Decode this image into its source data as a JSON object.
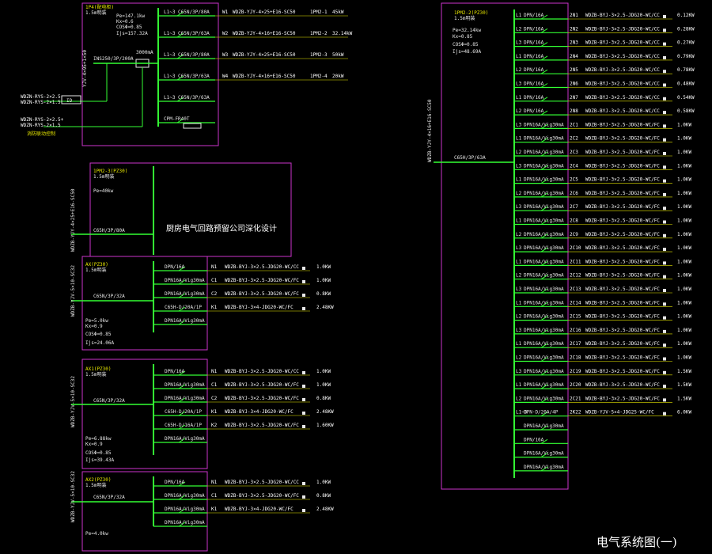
{
  "drawing_title": "电气系统图(一)",
  "note": "厨房电气回路预留公司深化设计",
  "colors": {
    "bus": "#33ff33",
    "box": "#cc33cc",
    "label": "#e8e8e8",
    "feeder": "#e6e600",
    "background": "#000000"
  },
  "panel_top": {
    "name": "1P4(配电柜)",
    "sub": "1.5m明装",
    "params": [
      "Pe=147.1kw",
      "Kx=0.6",
      "COSΦ=0.85",
      "Ijs=157.32A"
    ],
    "main_breaker": "INS250/3P/200A",
    "meter": "3000mA",
    "incoming_cable": "YJV-4×95+1×50",
    "left_cables": [
      "WDZN-RYS-2×2.5",
      "WDZN-RYS-2×1.5",
      "WDZN-RYS-2×2.5+",
      "WDZN-RYS-2×1.5"
    ],
    "left_note": "消防联动控制",
    "fire_box": "ID",
    "circuits": [
      {
        "breaker": "L1~3  C65N/3P/80A",
        "wid": "W1",
        "cable": "WDZB-YJY-4×25+E16-SC50",
        "load": "1PM2-1",
        "kw": "45kW"
      },
      {
        "breaker": "L1~3  C65N/3P/63A",
        "wid": "W2",
        "cable": "WDZB-YJY-4×16+E16-SC50",
        "load": "1PM2-2",
        "kw": "32.14kW"
      },
      {
        "breaker": "L1~3  C65N/3P/80A",
        "wid": "W3",
        "cable": "WDZB-YJY-4×25+E16-SC50",
        "load": "1PM2-3",
        "kw": "50kW"
      },
      {
        "breaker": "L1~3  C65N/3P/63A",
        "wid": "W4",
        "cable": "WDZB-YJY-4×16+E16-SC50",
        "load": "1PM2-4",
        "kw": "20kW"
      },
      {
        "breaker": "L1~3  C65N/3P/63A",
        "wid": "",
        "cable": "",
        "load": "",
        "kw": ""
      },
      {
        "breaker": "CPM-FR40T",
        "wid": "",
        "cable": "",
        "load": "",
        "kw": ""
      }
    ]
  },
  "panel_kitchen": {
    "name": "1PM2-3(PZ30)",
    "sub": "1.5m明装",
    "params": [
      "Pe=40kw"
    ],
    "breaker": "C65H/3P/80A",
    "cable": "WDZB-YJY-4×25+E16-SC50"
  },
  "panel_a": {
    "name": "AX(PZ30)",
    "sub": "1.5m明装",
    "breaker": "C65N/3P/32A",
    "params": [
      "Pe=5.0kw",
      "Kx=0.9",
      "COSΦ=0.85",
      "Ijs=24.06A"
    ],
    "cable": "WDZB-YJV-5×10-SC32",
    "circuits": [
      {
        "breaker": "DPN/16A",
        "wid": "N1",
        "cable": "WDZB-BYJ-3×2.5-JDG20-WC/CC",
        "kw": "1.0KW"
      },
      {
        "breaker": "DPN16A/Vig30mA",
        "wid": "C1",
        "cable": "WDZB-BYJ-3×2.5-JDG20-WC/FC",
        "kw": "1.0KW"
      },
      {
        "breaker": "DPN16A/Vig30mA",
        "wid": "C2",
        "cable": "WDZB-BYJ-3×2.5-JDG20-WC/FC",
        "kw": "0.8KW"
      },
      {
        "breaker": "C65H-D/20A/1P",
        "wid": "K1",
        "cable": "WDZB-BYJ-3×4-JDG20-WC/FC",
        "kw": "2.48KW"
      },
      {
        "breaker": "DPN16A/Vig30mA",
        "wid": "",
        "cable": "",
        "kw": ""
      }
    ]
  },
  "panel_b": {
    "name": "AX1(PZ30)",
    "sub": "1.5m明装",
    "breaker": "C65N/3P/32A",
    "params": [
      "Pe=6.88kw",
      "Kx=0.9",
      "COSΦ=0.85",
      "Ijs=39.43A"
    ],
    "cable": "WDZB-YJV-5×10-SC32",
    "circuits": [
      {
        "breaker": "DPN/16A",
        "wid": "N1",
        "cable": "WDZB-BYJ-3×2.5-JDG20-WC/CC",
        "kw": "1.0KW"
      },
      {
        "breaker": "DPN16A/Vig30mA",
        "wid": "C1",
        "cable": "WDZB-BYJ-3×2.5-JDG20-WC/FC",
        "kw": "1.0KW"
      },
      {
        "breaker": "DPN16A/Vig30mA",
        "wid": "C2",
        "cable": "WDZB-BYJ-3×2.5-JDG20-WC/FC",
        "kw": "0.8KW"
      },
      {
        "breaker": "C65H-D/20A/1P",
        "wid": "K1",
        "cable": "WDZB-BYJ-3×4-JDG20-WC/FC",
        "kw": "2.48KW"
      },
      {
        "breaker": "C65H-D/16A/1P",
        "wid": "K2",
        "cable": "WDZB-BYJ-3×2.5-JDG20-WC/FC",
        "kw": "1.60KW"
      },
      {
        "breaker": "DPN16A/Vig30mA",
        "wid": "",
        "cable": "",
        "kw": ""
      }
    ]
  },
  "panel_c": {
    "name": "AX2(PZ30)",
    "sub": "1.5m明装",
    "breaker": "C65N/3P/32A",
    "params": [
      "Pe=4.0kw"
    ],
    "cable": "WDZB-YJV-5×10-SC32",
    "circuits": [
      {
        "breaker": "DPN/16A",
        "wid": "N1",
        "cable": "WDZB-BYJ-3×2.5-JDG20-WC/CC",
        "kw": "1.0KW"
      },
      {
        "breaker": "DPN16A/Vig30mA",
        "wid": "C1",
        "cable": "WDZB-BYJ-3×2.5-JDG20-WC/FC",
        "kw": "0.8KW"
      },
      {
        "breaker": "DPN16A/Vig30mA",
        "wid": "K1",
        "cable": "WDZB-BYJ-3×4-JDG20-WC/FC",
        "kw": "2.48KW"
      },
      {
        "breaker": "DPN16A/Vig30mA",
        "wid": "",
        "cable": "",
        "kw": ""
      }
    ]
  },
  "panel_right": {
    "name": "1PM2-2(PZ30)",
    "sub": "1.5m明装",
    "params": [
      "Pe=32.14kw",
      "Kx=0.85",
      "COSΦ=0.85",
      "Ijs=48.69A"
    ],
    "breaker": "C65H/3P/63A",
    "cable": "WDZB-YJY-4×16+E16-SC50",
    "circuits": [
      {
        "phase": "L1",
        "breaker": "DPN/16A",
        "wid": "2N1",
        "cable": "WDZB-BYJ-3×2.5-JDG20-WC/CC",
        "kw": "0.12KW"
      },
      {
        "phase": "L2",
        "breaker": "DPN/16A",
        "wid": "2N2",
        "cable": "WDZB-BYJ-3×2.5-JDG20-WC/CC",
        "kw": "0.28KW"
      },
      {
        "phase": "L3",
        "breaker": "DPN/16A",
        "wid": "2N3",
        "cable": "WDZB-BYJ-3×2.5-JDG20-WC/CC",
        "kw": "0.27KW"
      },
      {
        "phase": "L1",
        "breaker": "DPN/16A",
        "wid": "2N4",
        "cable": "WDZB-BYJ-3×2.5-JDG20-WC/CC",
        "kw": "0.79KW"
      },
      {
        "phase": "L2",
        "breaker": "DPN/16A",
        "wid": "2N5",
        "cable": "WDZB-BYJ-3×2.5-JDG20-WC/CC",
        "kw": "0.78KW"
      },
      {
        "phase": "L3",
        "breaker": "DPN/16A",
        "wid": "2N6",
        "cable": "WDZB-BYJ-3×2.5-JDG20-WC/CC",
        "kw": "0.48KW"
      },
      {
        "phase": "L1",
        "breaker": "DPN/16A",
        "wid": "2N7",
        "cable": "WDZB-BYJ-3×2.5-JDG20-WC/CC",
        "kw": "0.54KW"
      },
      {
        "phase": "L2",
        "breaker": "DPN/16A",
        "wid": "2N8",
        "cable": "WDZB-BYJ-3×2.5-JDG20-WC/CC",
        "kw": "0.58KW"
      },
      {
        "phase": "L3",
        "breaker": "DPN16A/Vig30mA",
        "wid": "2C1",
        "cable": "WDZB-BYJ-3×2.5-JDG20-WC/FC",
        "kw": "1.0KW"
      },
      {
        "phase": "L1",
        "breaker": "DPN16A/Vig30mA",
        "wid": "2C2",
        "cable": "WDZB-BYJ-3×2.5-JDG20-WC/FC",
        "kw": "1.0KW"
      },
      {
        "phase": "L2",
        "breaker": "DPN16A/Vig30mA",
        "wid": "2C3",
        "cable": "WDZB-BYJ-3×2.5-JDG20-WC/FC",
        "kw": "1.0KW"
      },
      {
        "phase": "L3",
        "breaker": "DPN16A/Vig30mA",
        "wid": "2C4",
        "cable": "WDZB-BYJ-3×2.5-JDG20-WC/FC",
        "kw": "1.0KW"
      },
      {
        "phase": "L1",
        "breaker": "DPN16A/Vig30mA",
        "wid": "2C5",
        "cable": "WDZB-BYJ-3×2.5-JDG20-WC/FC",
        "kw": "1.0KW"
      },
      {
        "phase": "L2",
        "breaker": "DPN16A/Vig30mA",
        "wid": "2C6",
        "cable": "WDZB-BYJ-3×2.5-JDG20-WC/FC",
        "kw": "1.0KW"
      },
      {
        "phase": "L3",
        "breaker": "DPN16A/Vig30mA",
        "wid": "2C7",
        "cable": "WDZB-BYJ-3×2.5-JDG20-WC/FC",
        "kw": "1.0KW"
      },
      {
        "phase": "L1",
        "breaker": "DPN16A/Vig30mA",
        "wid": "2C8",
        "cable": "WDZB-BYJ-3×2.5-JDG20-WC/FC",
        "kw": "1.0KW"
      },
      {
        "phase": "L2",
        "breaker": "DPN16A/Vig30mA",
        "wid": "2C9",
        "cable": "WDZB-BYJ-3×2.5-JDG20-WC/FC",
        "kw": "1.0KW"
      },
      {
        "phase": "L3",
        "breaker": "DPN16A/Vig30mA",
        "wid": "2C10",
        "cable": "WDZB-BYJ-3×2.5-JDG20-WC/FC",
        "kw": "1.0KW"
      },
      {
        "phase": "L1",
        "breaker": "DPN16A/Vig30mA",
        "wid": "2C11",
        "cable": "WDZB-BYJ-3×2.5-JDG20-WC/FC",
        "kw": "1.0KW"
      },
      {
        "phase": "L2",
        "breaker": "DPN16A/Vig30mA",
        "wid": "2C12",
        "cable": "WDZB-BYJ-3×2.5-JDG20-WC/FC",
        "kw": "1.0KW"
      },
      {
        "phase": "L3",
        "breaker": "DPN16A/Vig30mA",
        "wid": "2C13",
        "cable": "WDZB-BYJ-3×2.5-JDG20-WC/FC",
        "kw": "1.0KW"
      },
      {
        "phase": "L1",
        "breaker": "DPN16A/Vig30mA",
        "wid": "2C14",
        "cable": "WDZB-BYJ-3×2.5-JDG20-WC/FC",
        "kw": "1.0KW"
      },
      {
        "phase": "L2",
        "breaker": "DPN16A/Vig30mA",
        "wid": "2C15",
        "cable": "WDZB-BYJ-3×2.5-JDG20-WC/FC",
        "kw": "1.0KW"
      },
      {
        "phase": "L3",
        "breaker": "DPN16A/Vig30mA",
        "wid": "2C16",
        "cable": "WDZB-BYJ-3×2.5-JDG20-WC/FC",
        "kw": "1.0KW"
      },
      {
        "phase": "L1",
        "breaker": "DPN16A/Vig30mA",
        "wid": "2C17",
        "cable": "WDZB-BYJ-3×2.5-JDG20-WC/FC",
        "kw": "1.0KW"
      },
      {
        "phase": "L2",
        "breaker": "DPN16A/Vig30mA",
        "wid": "2C18",
        "cable": "WDZB-BYJ-3×2.5-JDG20-WC/FC",
        "kw": "1.0KW"
      },
      {
        "phase": "L3",
        "breaker": "DPN16A/Vig30mA",
        "wid": "2C19",
        "cable": "WDZB-BYJ-3×2.5-JDG20-WC/FC",
        "kw": "1.5KW"
      },
      {
        "phase": "L1",
        "breaker": "DPN16A/Vig30mA",
        "wid": "2C20",
        "cable": "WDZB-BYJ-3×2.5-JDG20-WC/FC",
        "kw": "1.5KW"
      },
      {
        "phase": "L2",
        "breaker": "DPN16A/Vig30mA",
        "wid": "2C21",
        "cable": "WDZB-BYJ-3×2.5-JDG20-WC/FC",
        "kw": "1.5KW"
      },
      {
        "phase": "L1~3",
        "breaker": "DPN-D/20A/4P",
        "wid": "2K22",
        "cable": "WDZB-YJV-5×4-JDG25-WC/FC",
        "kw": "6.0KW"
      },
      {
        "phase": "",
        "breaker": "DPN16A/Vig30mA",
        "wid": "",
        "cable": "",
        "kw": ""
      },
      {
        "phase": "",
        "breaker": "DPN/16A",
        "wid": "",
        "cable": "",
        "kw": ""
      },
      {
        "phase": "",
        "breaker": "DPN16A/Vig30mA",
        "wid": "",
        "cable": "",
        "kw": ""
      },
      {
        "phase": "",
        "breaker": "DPN16A/Vig30mA",
        "wid": "",
        "cable": "",
        "kw": ""
      }
    ]
  }
}
